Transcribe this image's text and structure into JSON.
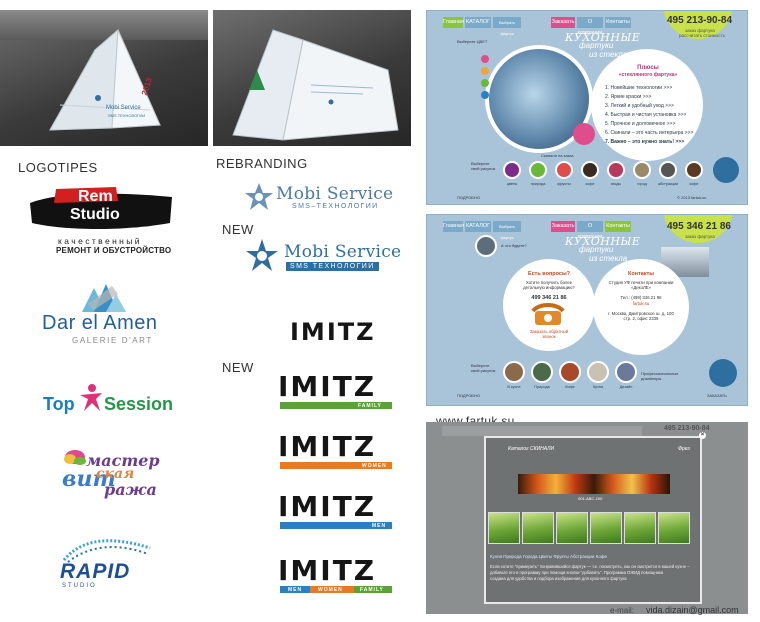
{
  "photos": {
    "photo1_year": "2013",
    "photo1_brand": "Mobi Service",
    "photo1_tagline": "SMS ТЕХНОЛОГИИ"
  },
  "labels": {
    "logotipes": "LOGOTIPES",
    "rebranding": "REBRANDING",
    "new1": "NEW",
    "new2": "NEW"
  },
  "logos": {
    "rem": "Rem",
    "studio": "Studio",
    "rem_sub1": "качественный",
    "rem_sub2": "РЕМОНТ И ОБУСТРОЙСТВО",
    "dar_title": "Dar el Amen",
    "dar_sub": "GALERIE D'ART",
    "top": "Top",
    "session": "Session",
    "vit_master": "мастер",
    "vit_vit": "вит",
    "vit_skaya": "ская",
    "vit_razha": "ража",
    "rapid": "RAPID",
    "rapid_studio": "STUDIO",
    "mobi_old_title": "Mobi Service",
    "mobi_old_sub": "SMS–ТЕХНОЛОГИИ",
    "mobi_new_title": "Mobi Service",
    "mobi_new_sub": "SMS ТЕХНОЛОГИИ",
    "imitz": "IMITZ",
    "family": "FAMILY",
    "women": "WOMEN",
    "men": "MEN",
    "combo_men": "MEN",
    "combo_women": "WOMEN",
    "combo_family": "FAMILY"
  },
  "colors": {
    "family_bar": "#5aa23a",
    "women_bar": "#e97a25",
    "men_bar": "#2b7fc3"
  },
  "site1": {
    "nav": [
      "Главная",
      "КАТАЛОГ",
      "Выбрать фартук",
      "Заказать",
      "О компании",
      "Контакты"
    ],
    "phone": "495 213-90-84",
    "phone_sub": "заказ фартука",
    "phone_sub2": "рассчитать стоимость",
    "title1": "КУХОННЫЕ",
    "title2": "фартуки",
    "title3": "из стекла",
    "choose_color": "Выберите ЦВЕТ",
    "list_head1": "Плюсы",
    "list_head2": "«стеклянного фартука»",
    "list": [
      "1. Новейшие технологии >>>",
      "2. Яркие краски >>>",
      "3. Легкий и удобный уход >>>",
      "4. Быстрая и чистая установка >>>",
      "5. Прочное и долговечное >>>",
      "6. Скинали – это часть интерьера >>>",
      "7. Важно – это нужно знать! >>>"
    ],
    "choose_pic": "Выберите свой рисунок",
    "thumbs": [
      "цветы",
      "природа",
      "фрукты",
      "кофе",
      "ягоды",
      "город",
      "абстракции",
      "кофе"
    ],
    "order_btn": "Скинали на заказ",
    "bottom_left": "ПОДРОБНО",
    "footer": "© 2013 fartuk.su"
  },
  "site2": {
    "nav": [
      "Главная",
      "КАТАЛОГ",
      "Выбрать фартук",
      "Заказать",
      "О компании",
      "Контакты"
    ],
    "phone": "495 346 21 86",
    "phone_sub": "заказ фартука",
    "title1": "КУХОННЫЕ",
    "title2": "фартуки",
    "title3": "из стекла",
    "any_q": "А что будете?",
    "q_head": "Есть вопросы?",
    "q_text": "Хотите получить более детальную информацию?",
    "q_phone": "499 346 21 86",
    "callback": "Заказать обратный звонок",
    "contacts_head": "Контакты",
    "contacts_studio": "Студия УФ печати при компании «ДекоЛЕ»",
    "contacts_tel": "Тел.: (499) 346 21 86",
    "contacts_site": "fartuk.su",
    "contacts_addr": "г. Москва, Дмитровское ш. д. 100 стр. 2, офис 2339",
    "bottom_note": "Профессиональные дизайнеры",
    "choose_pic": "Выберите свой рисунок",
    "thumbs": [
      "В кухне",
      "Природа",
      "Кофе",
      "Кухня",
      "Дизайн"
    ],
    "bottom_left": "ПОДРОБНО",
    "bottom_right": "ЗАКАЗАТЬ"
  },
  "site3": {
    "modal_title": "Каталог СКИНАЛИ",
    "modal_right": "Фрез",
    "code": "001-ABC-100",
    "links": "Кухня  Природа  Города  Цветы  Фрукты  Абстракции  Кофе",
    "text1": "Если хотите \"примерить\" понравившийся фартук — т.е. посмотреть, как он смотрится в вашей кухне –",
    "text2": "добавьте его в программу при помощи кнопки \"добавить\". Программа ОЖИД помощника",
    "text3": "создана для удобства и подбора изображения для кухонного фартука",
    "phone": "495 213-90-84"
  },
  "footer": {
    "url": "www.fartuk.su",
    "email_label": "e-mail:",
    "email": "vida.dizain@gmail.com"
  }
}
